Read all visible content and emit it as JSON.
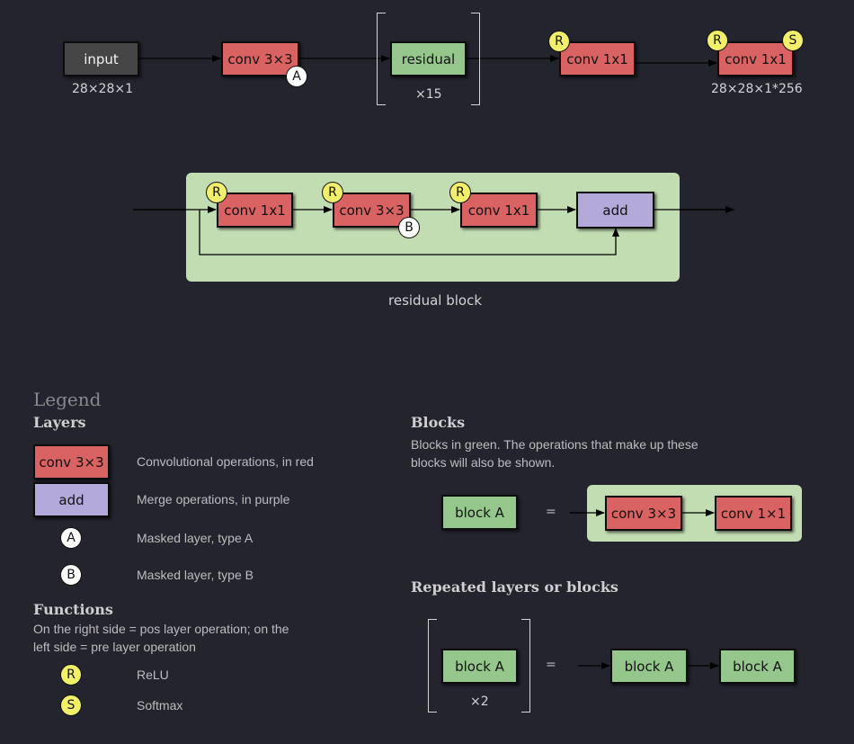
{
  "top": {
    "input": {
      "label": "input",
      "dims": "28×28×1"
    },
    "conv1": {
      "label": "conv 3×3",
      "mask": "A"
    },
    "residual": {
      "label": "residual",
      "repeat": "×15"
    },
    "conv2": {
      "label": "conv 1x1",
      "pre": "R"
    },
    "conv3": {
      "label": "conv 1x1",
      "pre": "R",
      "post": "S",
      "dims": "28×28×1*256"
    }
  },
  "residual_block": {
    "caption": "residual block",
    "conv_a": {
      "label": "conv 1x1",
      "pre": "R"
    },
    "conv_b": {
      "label": "conv 3×3",
      "pre": "R",
      "mask": "B"
    },
    "conv_c": {
      "label": "conv 1x1",
      "pre": "R"
    },
    "add": {
      "label": "add"
    }
  },
  "legend": {
    "title": "Legend",
    "layers_heading": "Layers",
    "conv_label": "conv 3×3",
    "conv_desc": "Convolutional operations, in red",
    "add_label": "add",
    "add_desc": "Merge operations, in purple",
    "mask_a": "A",
    "mask_a_desc": "Masked layer, type A",
    "mask_b": "B",
    "mask_b_desc": "Masked layer, type B",
    "functions_heading": "Functions",
    "functions_desc": "On the right side = pos layer operation; on the left side = pre layer operation",
    "relu": "R",
    "relu_desc": "ReLU",
    "softmax": "S",
    "softmax_desc": "Softmax",
    "blocks_heading": "Blocks",
    "blocks_desc": "Blocks in green. The operations that make up these blocks will also be shown.",
    "block_a": "block A",
    "equals": "=",
    "block_conv1": "conv 3×3",
    "block_conv2": "conv 1×1",
    "repeated_heading": "Repeated layers or blocks",
    "repeated_block": "block A",
    "repeated_count": "×2",
    "repeated_equals": "=",
    "repeated_out1": "block A",
    "repeated_out2": "block A"
  },
  "colors": {
    "conv": "#d96363",
    "block": "#95c78c",
    "merge": "#b3a9da",
    "input": "#454545",
    "pre_post_op": "#f2ef6a",
    "mask": "#ffffff",
    "background": "#23242e"
  }
}
